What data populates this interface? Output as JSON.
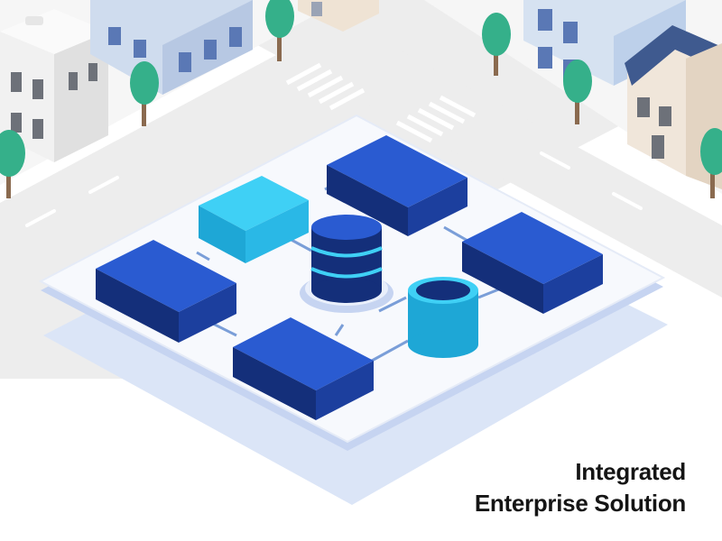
{
  "caption": {
    "line1": "Integrated",
    "line2": "Enterprise Solution"
  },
  "colors": {
    "primary_block": "#1f4fc4",
    "primary_block_dark": "#15378f",
    "accent_block": "#2bbfea",
    "accent_block_dark": "#1699c2",
    "platform": "#f6f8fc",
    "platform_edge": "#c9d6f2",
    "platform_shadow": "#dde6f7",
    "connector": "#7a9ed8",
    "road": "#ececec",
    "tree": "#35b08a",
    "building_blue": "#c9d9ee",
    "building_beige": "#eee3d6",
    "building_gray": "#efefef",
    "roof_navy": "#3f5a8f",
    "caption_text": "#151515"
  },
  "scene_items": [
    "central-platform",
    "database-cylinder-striped",
    "storage-cylinder-open",
    "server-block-left",
    "server-block-top-center",
    "server-block-right",
    "server-block-bottom-center",
    "accent-block-top-left",
    "connector-lines",
    "buildings",
    "trees",
    "crosswalks"
  ]
}
